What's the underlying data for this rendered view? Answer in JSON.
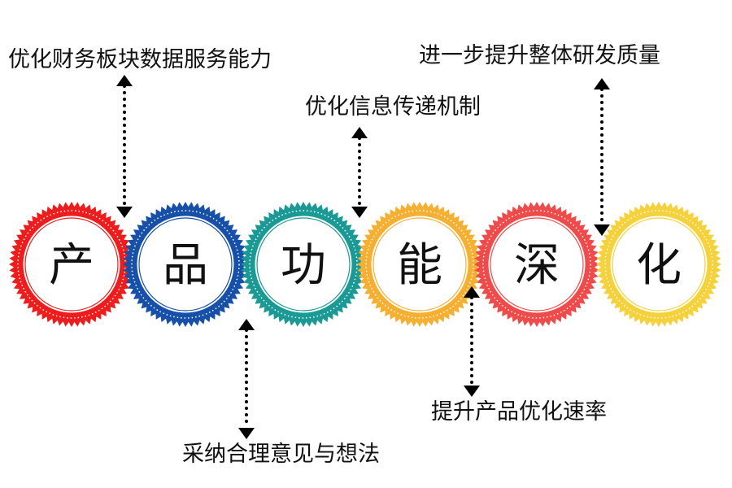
{
  "gears": [
    {
      "char": "产",
      "color": "#ee1d1d"
    },
    {
      "char": "品",
      "color": "#1650a8"
    },
    {
      "char": "功",
      "color": "#1b9a95"
    },
    {
      "char": "能",
      "color": "#f5b033"
    },
    {
      "char": "深",
      "color": "#ef4b4b"
    },
    {
      "char": "化",
      "color": "#f5d13c"
    }
  ],
  "labels": [
    {
      "text": "优化财务板块数据服务能力"
    },
    {
      "text": "采纳合理意见与想法"
    },
    {
      "text": "优化信息传递机制"
    },
    {
      "text": "提升产品优化速率"
    },
    {
      "text": "进一步提升整体研发质量"
    }
  ]
}
